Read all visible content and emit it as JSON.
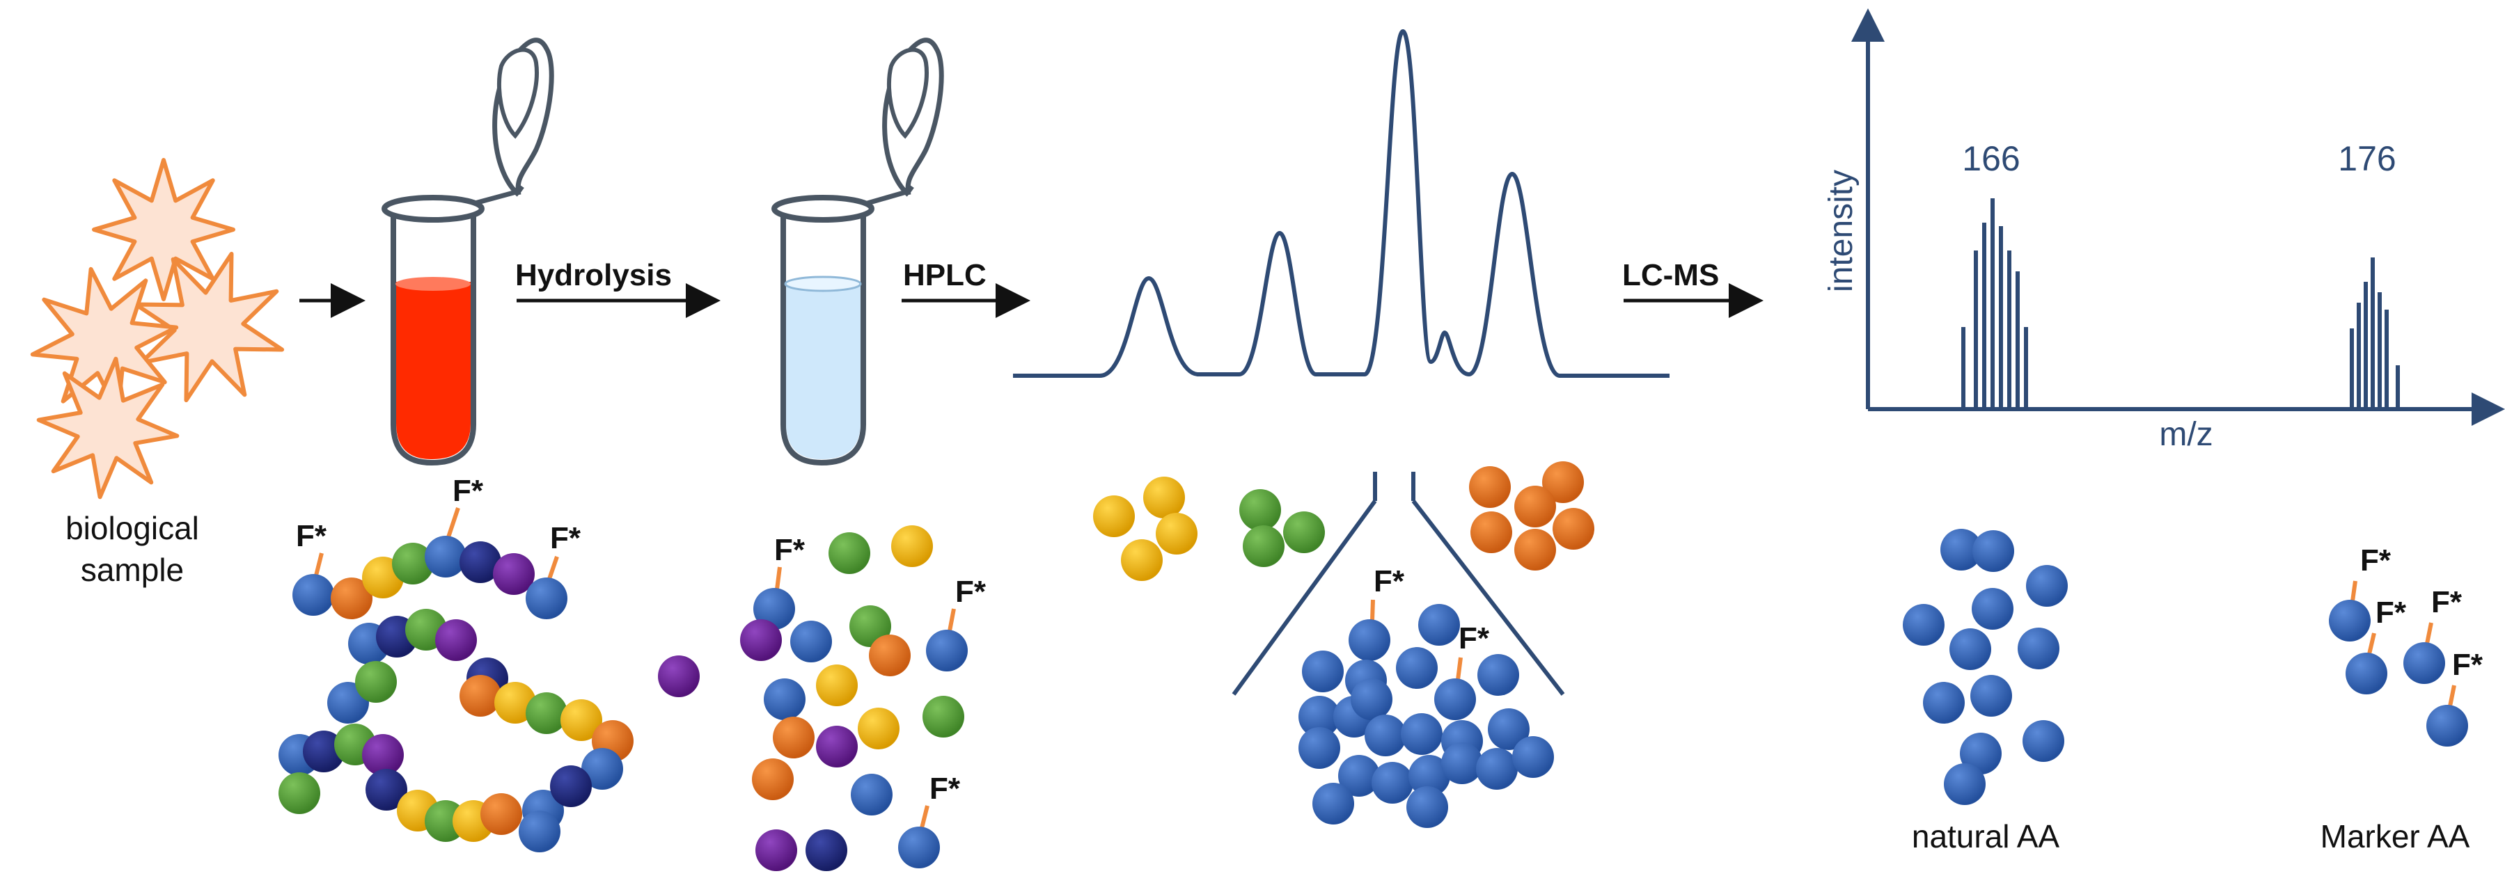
{
  "labels": {
    "sample_line1": "biological",
    "sample_line2": "sample",
    "step_hydrolysis": "Hydrolysis",
    "step_hplc": "HPLC",
    "step_lcms": "LC-MS",
    "marker": "F*",
    "natural_aa": "natural AA",
    "marker_aa": "Marker AA"
  },
  "colors": {
    "star_outline": "#f08a3c",
    "star_fill": "#fde3d3",
    "red_liquid": "#ff2a00",
    "blue_liquid": "#cfe8fb",
    "tube_outline": "#4a5663",
    "blue_aa": "#2f5fb3",
    "dark_blue_aa": "#1f2a82",
    "purple_aa": "#6a1e9a",
    "green_aa": "#5aa23a",
    "yellow_aa": "#f2bb0c",
    "orange_aa": "#e8731f",
    "chromatogram": "#2e4a74",
    "marker_line": "#f08a3c"
  },
  "chart_data": {
    "type": "bar",
    "xlabel": "m/z",
    "ylabel": "intensity",
    "peak_labels": [
      "166",
      "176"
    ]
  }
}
